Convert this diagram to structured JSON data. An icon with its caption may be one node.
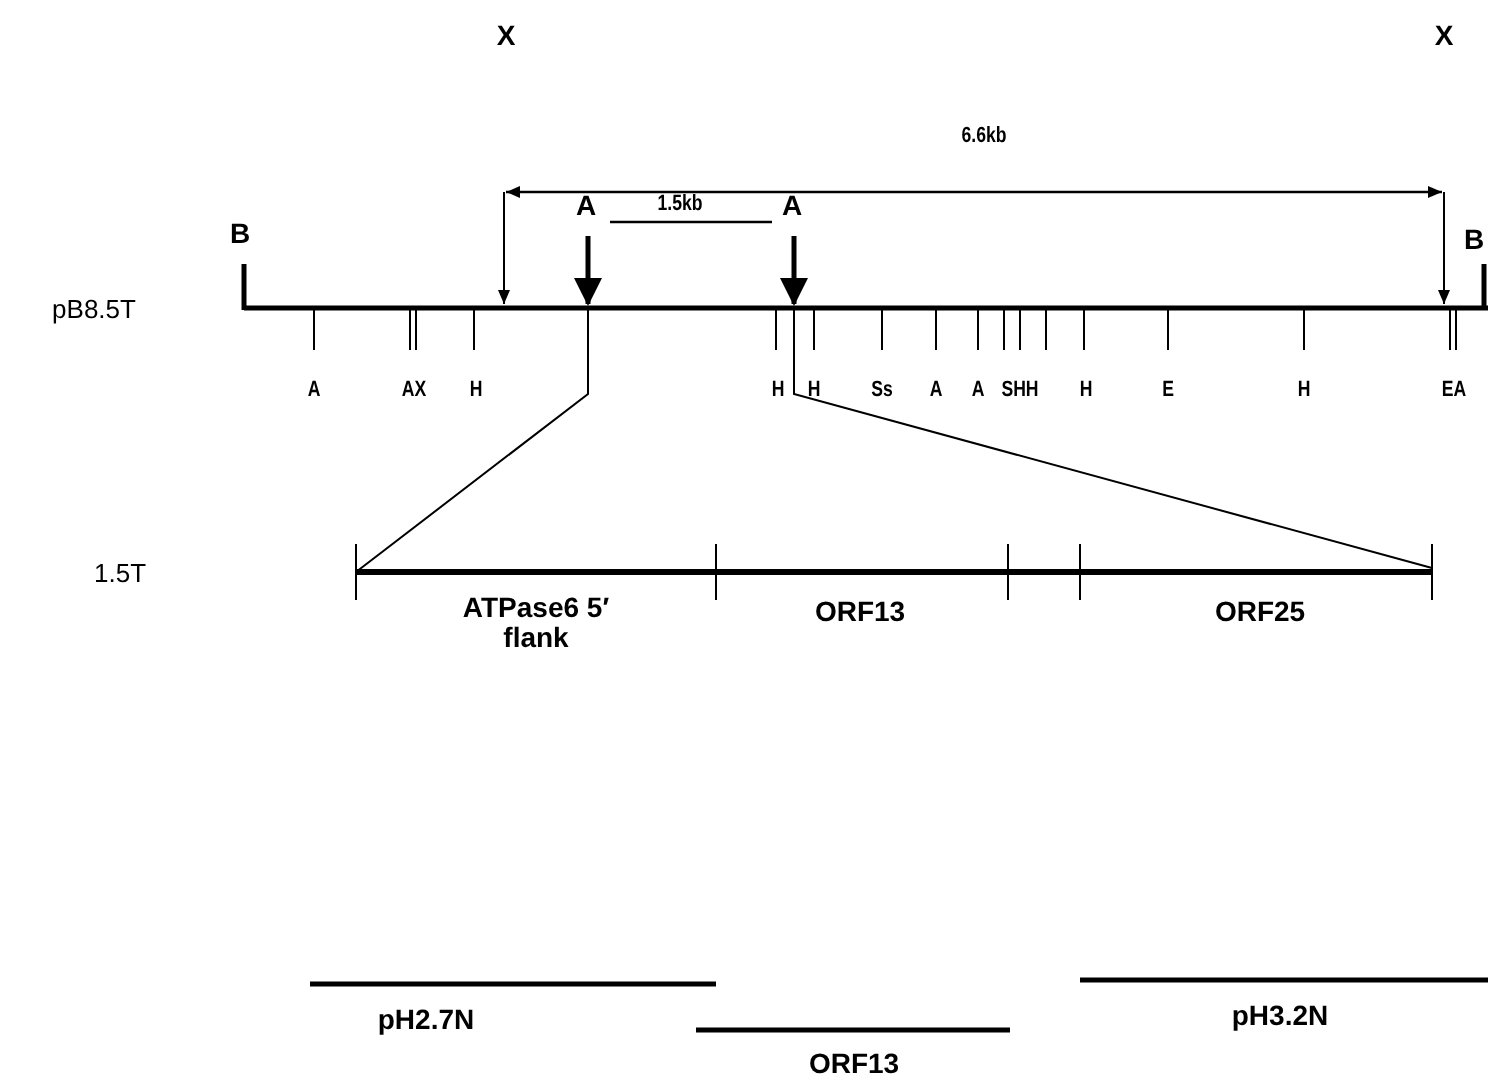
{
  "diagram": {
    "labels": [
      "X",
      "X",
      "6.6kb",
      "B",
      "A",
      "1.5kb",
      "A",
      "B",
      "pB8.5T",
      "A",
      "AX",
      "H",
      "H",
      "H",
      "Ss",
      "A",
      "A",
      "SHH",
      "H",
      "E",
      "H",
      "EA",
      "1.5T",
      "ATPase6 5′ flank",
      "ORF13",
      "ORF25",
      "pH2.7N",
      "ORF13",
      "pH3.2N"
    ]
  }
}
